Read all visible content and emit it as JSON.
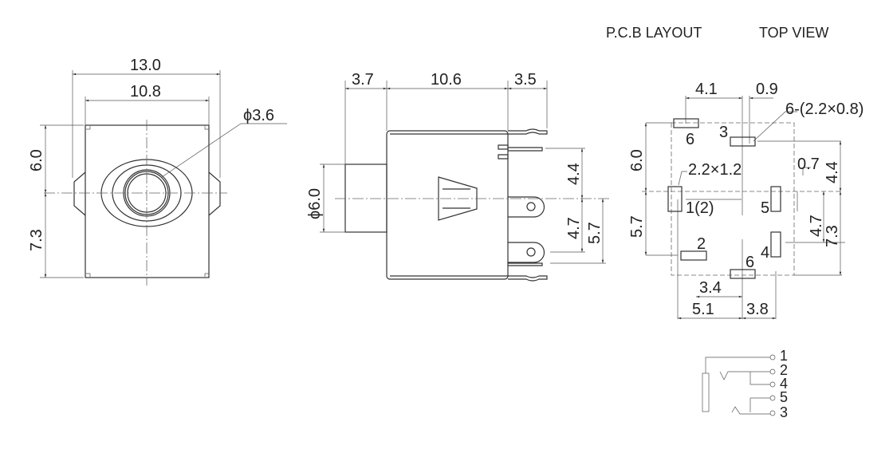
{
  "header": {
    "pcb_layout": "P.C.B LAYOUT",
    "top_view": "TOP VIEW"
  },
  "front_view": {
    "width_overall": "13.0",
    "width_body": "10.8",
    "hole_diameter": "ϕ3.6",
    "upper_height": "6.0",
    "lower_height": "7.3"
  },
  "side_view": {
    "nose_length": "3.7",
    "body_length": "10.6",
    "pin_length": "3.5",
    "nose_diameter": "ϕ6.0",
    "pin_top": "4.4",
    "pin_mid": "4.7",
    "pin_bottom": "5.7"
  },
  "pcb": {
    "dim_4_1": "4.1",
    "dim_0_9": "0.9",
    "pad_note": "6-(2.2×0.8)",
    "pad_note_large": "2.2×1.2",
    "dim_6_0": "6.0",
    "dim_5_7": "5.7",
    "dim_0_7": "0.7",
    "dim_4_4": "4.4",
    "dim_4_7": "4.7",
    "dim_7_3": "7.3",
    "dim_3_4": "3.4",
    "dim_5_1": "5.1",
    "dim_3_8": "3.8",
    "pads": {
      "p6a": "6",
      "p3": "3",
      "p1": "1(2)",
      "p5": "5",
      "p4": "4",
      "p2": "2",
      "p6b": "6"
    }
  },
  "schematic": {
    "pins": [
      "1",
      "2",
      "4",
      "5",
      "3"
    ]
  }
}
